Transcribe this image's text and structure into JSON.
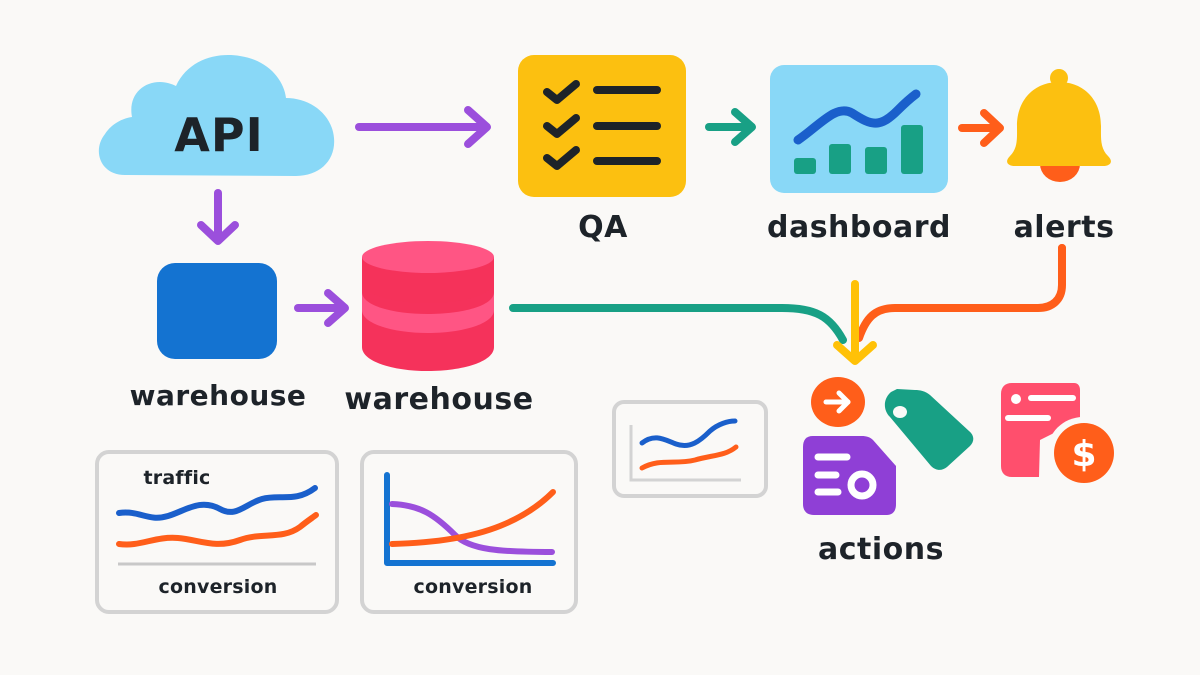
{
  "diagram": {
    "title": "",
    "nodes": {
      "api": {
        "label": "API",
        "icon": "cloud-icon"
      },
      "qa": {
        "label": "QA",
        "icon": "checklist-icon"
      },
      "dashboard": {
        "label": "dashboard",
        "icon": "chart-dashboard-icon"
      },
      "alerts": {
        "label": "alerts",
        "icon": "bell-icon"
      },
      "warehouse_box": {
        "label": "warehouse",
        "icon": "storage-box-icon"
      },
      "warehouse_db": {
        "label": "warehouse",
        "icon": "database-icon"
      },
      "actions": {
        "label": "actions",
        "icons": [
          "arrow-circle-icon",
          "price-tag-icon",
          "form-card-icon",
          "payment-card-dollar-icon"
        ]
      }
    },
    "mini_charts": {
      "traffic_card": {
        "top_label": "traffic",
        "bottom_label": "conversion",
        "series": [
          "traffic",
          "conversion"
        ]
      },
      "conversion_card": {
        "bottom_label": "conversion",
        "series": [
          "decline",
          "growth"
        ]
      },
      "trend_card": {
        "series": [
          "blue-trend",
          "orange-trend"
        ]
      }
    },
    "edges": [
      {
        "from": "API",
        "to": "QA",
        "color": "#9b4fdc"
      },
      {
        "from": "QA",
        "to": "dashboard",
        "color": "#18a085"
      },
      {
        "from": "dashboard",
        "to": "alerts",
        "color": "#ff5e1a"
      },
      {
        "from": "API",
        "to": "warehouse",
        "color": "#9b4fdc"
      },
      {
        "from": "warehouse",
        "to": "warehouse (database)",
        "color": "#9b4fdc"
      },
      {
        "from": "warehouse (database)",
        "to": "actions",
        "color": "#18a085"
      },
      {
        "from": "alerts",
        "to": "actions",
        "color": "#ff5e1a"
      },
      {
        "from": "merge",
        "to": "actions",
        "color": "#ffc107"
      }
    ],
    "colors": {
      "background": "#faf9f7",
      "text": "#1d2329",
      "purple": "#9b4fdc",
      "teal": "#18a085",
      "orange": "#ff5e1a",
      "yellow": "#ffc107",
      "sky": "#89d8f7",
      "blue": "#1473d1",
      "pink": "#ff4f78",
      "gray_border": "#d3d3d3"
    }
  }
}
